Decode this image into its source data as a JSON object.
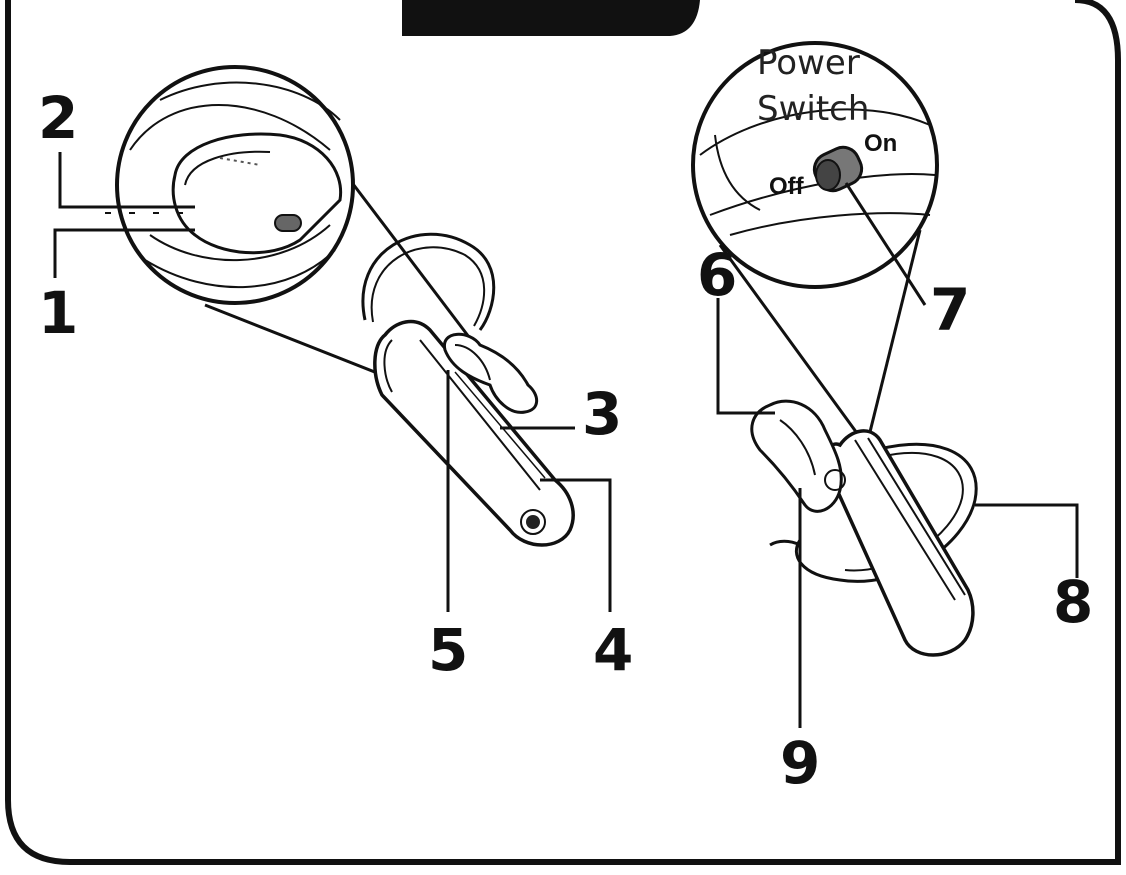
{
  "callouts": {
    "c1": "1",
    "c2": "2",
    "c3": "3",
    "c4": "4",
    "c5": "5",
    "c6": "6",
    "c7": "7",
    "c8": "8",
    "c9": "9"
  },
  "power_switch": {
    "line1": "Power",
    "line2": "Switch",
    "on": "On",
    "off": "Off"
  }
}
